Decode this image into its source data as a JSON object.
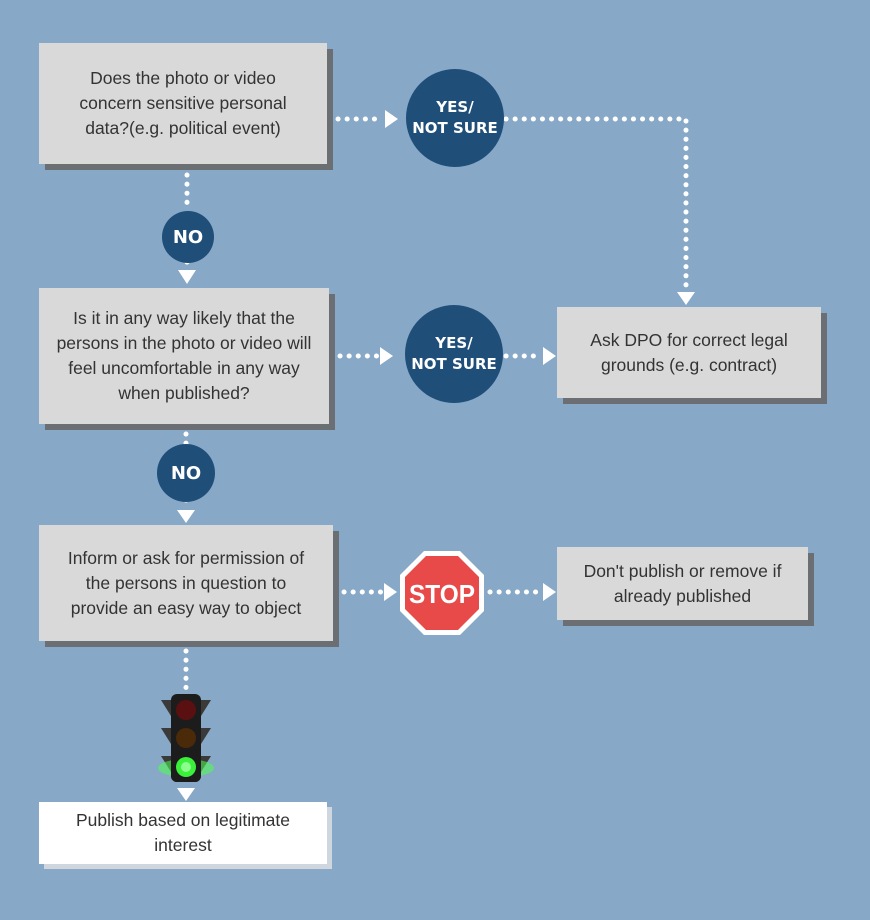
{
  "boxes": {
    "q1": "Does the photo or video concern sensitive personal data?(e.g. political event)",
    "q2": "Is it in any way likely that the persons in the photo or video will feel uncomfortable in any way when published?",
    "q3": "Inform or ask for permission of the persons in question to provide an easy way to object",
    "ask_dpo": "Ask DPO for correct legal grounds (e.g. contract)",
    "dont_publish": "Don't publish or remove if already published",
    "publish": "Publish based on legitimate interest"
  },
  "badges": {
    "yes_1": "YES/\nNOT SURE",
    "yes_2": "YES/\nNOT SURE",
    "no_1": "NO",
    "no_2": "NO",
    "stop": "STOP"
  },
  "colors": {
    "background": "#87a8c6",
    "box": "#d9d9d9",
    "badge": "#1f4e79",
    "stop": "#e84a4a",
    "connector": "#ffffff"
  },
  "icons": [
    "stop-sign-icon",
    "traffic-light-icon"
  ]
}
